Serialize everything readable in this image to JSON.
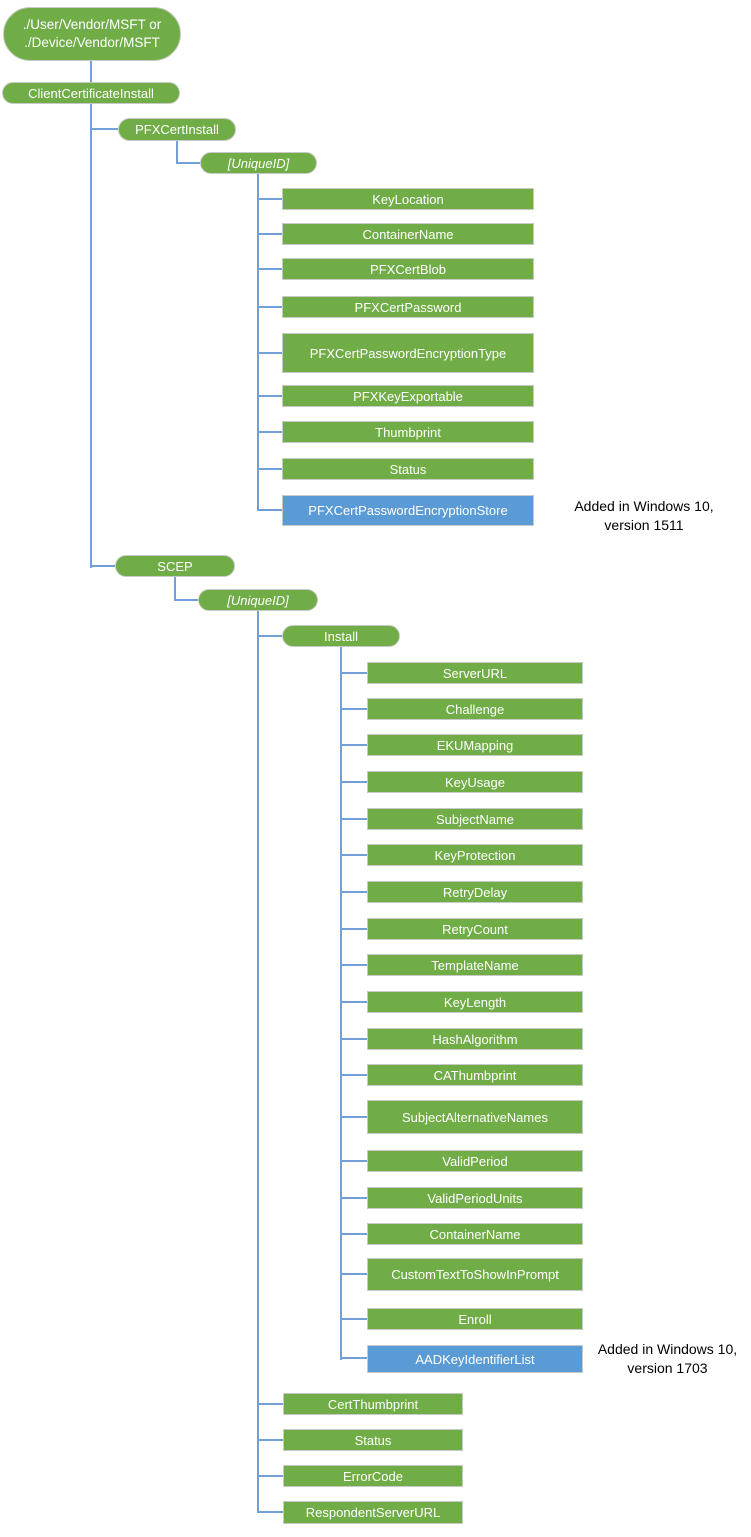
{
  "colors": {
    "node_green": "#70AD47",
    "node_blue": "#5B9BD5",
    "connector_blue": "#6FA0D8",
    "node_border": "#C9C9C9",
    "annotation_text": "#000000",
    "node_text": "#FFFFFF"
  },
  "root": {
    "line1": "./User/Vendor/MSFT or",
    "line2": "./Device/Vendor/MSFT"
  },
  "client_certificate_install": {
    "label": "ClientCertificateInstall"
  },
  "pfx_cert_install": {
    "label": "PFXCertInstall",
    "unique_id": "[UniqueID]",
    "children": [
      "KeyLocation",
      "ContainerName",
      "PFXCertBlob",
      "PFXCertPassword",
      "PFXCertPasswordEncryptionType",
      "PFXKeyExportable",
      "Thumbprint",
      "Status",
      "PFXCertPasswordEncryptionStore"
    ],
    "annotation": {
      "line1": "Added in Windows 10,",
      "line2": "version 1511"
    }
  },
  "scep": {
    "label": "SCEP",
    "unique_id": "[UniqueID]",
    "install": {
      "label": "Install",
      "children": [
        "ServerURL",
        "Challenge",
        "EKUMapping",
        "KeyUsage",
        "SubjectName",
        "KeyProtection",
        "RetryDelay",
        "RetryCount",
        "TemplateName",
        "KeyLength",
        "HashAlgorithm",
        "CAThumbprint",
        "SubjectAlternativeNames",
        "ValidPeriod",
        "ValidPeriodUnits",
        "ContainerName",
        "CustomTextToShowInPrompt",
        "Enroll",
        "AADKeyIdentifierList"
      ],
      "annotation": {
        "line1": "Added in Windows 10,",
        "line2": "version 1703"
      }
    },
    "children": [
      "CertThumbprint",
      "Status",
      "ErrorCode",
      "RespondentServerURL"
    ]
  }
}
